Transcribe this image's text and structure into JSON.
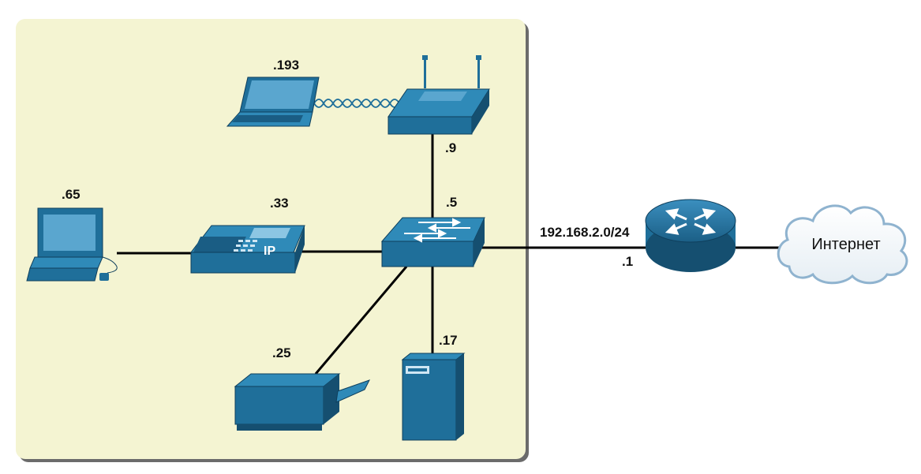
{
  "lan_area": {
    "fill": "#f4f4d2"
  },
  "colors": {
    "device": "#1f6f9a",
    "device_light": "#2f8ab8",
    "device_dark": "#154f70",
    "link": "#000000"
  },
  "devices": {
    "laptop": {
      "icon": "laptop-icon",
      "address": ".193"
    },
    "access_point": {
      "icon": "wireless-router-icon",
      "address": ".9"
    },
    "pc": {
      "icon": "desktop-pc-icon",
      "address": ".65"
    },
    "ip_phone": {
      "icon": "ip-phone-icon",
      "address": ".33",
      "badge": "IP"
    },
    "switch": {
      "icon": "switch-icon",
      "address": ".5"
    },
    "printer": {
      "icon": "printer-icon",
      "address": ".25"
    },
    "server": {
      "icon": "server-icon",
      "address": ".17"
    },
    "router": {
      "icon": "router-icon",
      "address": ".1"
    },
    "internet": {
      "icon": "cloud-icon",
      "label": "Интернет"
    }
  },
  "network": {
    "subnet": "192.168.2.0/24"
  }
}
